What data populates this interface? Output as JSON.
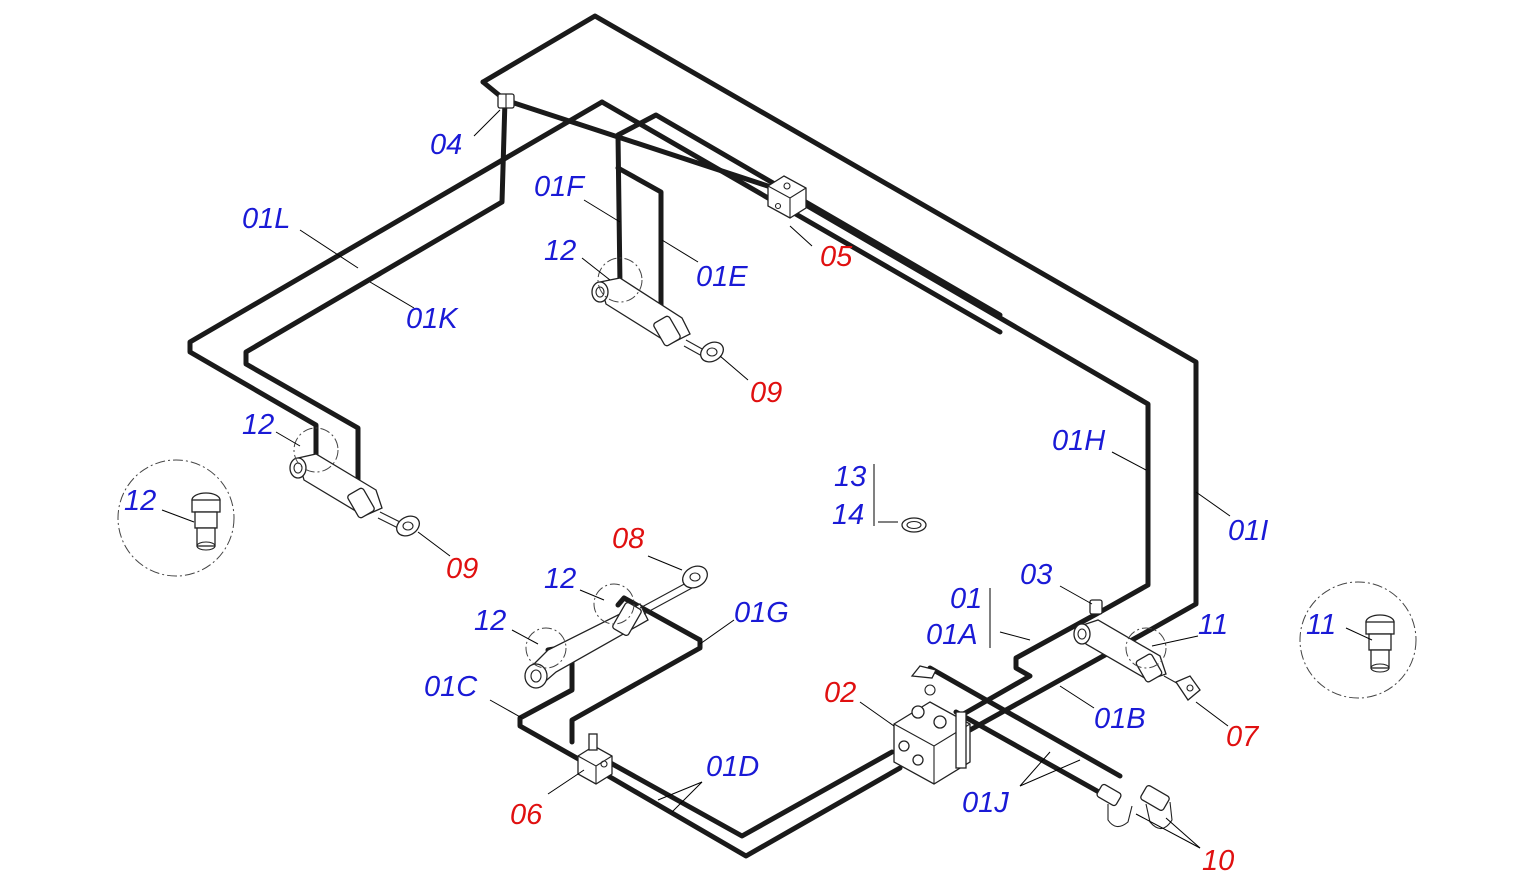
{
  "colors": {
    "hose": "#1a1a1a",
    "label_blue": "#1a1ad6",
    "label_red": "#e01010",
    "background": "#ffffff"
  },
  "labels": {
    "p01": "01",
    "p01A": "01A",
    "p01B": "01B",
    "p01C": "01C",
    "p01D": "01D",
    "p01E": "01E",
    "p01F": "01F",
    "p01G": "01G",
    "p01H": "01H",
    "p01I": "01I",
    "p01J": "01J",
    "p01K": "01K",
    "p01L": "01L",
    "p02": "02",
    "p03": "03",
    "p04": "04",
    "p05": "05",
    "p06": "06",
    "p07": "07",
    "p08": "08",
    "p09a": "09",
    "p09b": "09",
    "p10": "10",
    "p11a": "11",
    "p11b": "11",
    "p12a": "12",
    "p12b": "12",
    "p12c": "12",
    "p12d": "12",
    "p12e": "12",
    "p13": "13",
    "p14": "14"
  }
}
